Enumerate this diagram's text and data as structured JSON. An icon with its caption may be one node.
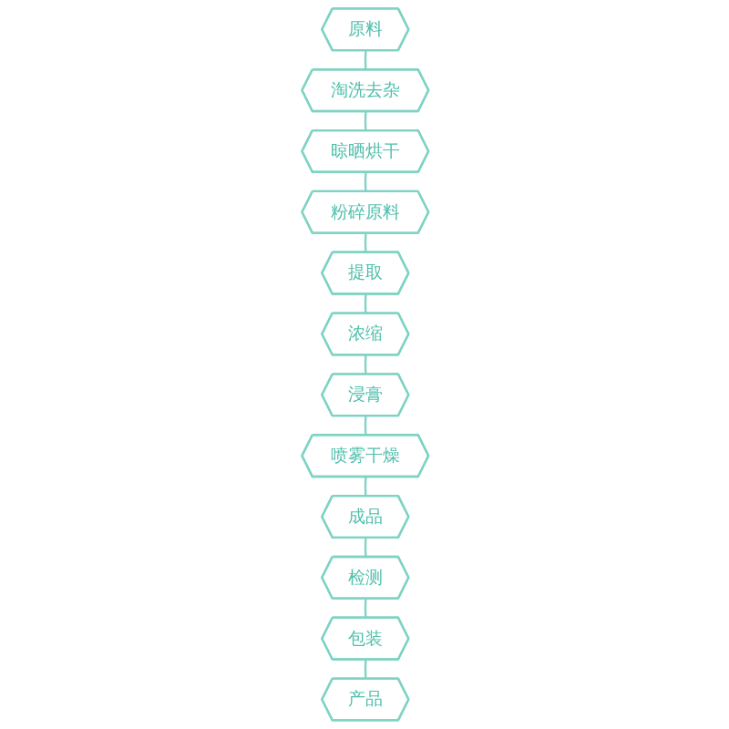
{
  "diagram": {
    "nodes": [
      {
        "text": [
          "原料"
        ]
      },
      {
        "text": [
          "淘洗去杂"
        ]
      },
      {
        "text": [
          "晾晒烘干"
        ]
      },
      {
        "text": [
          "粉碎原料"
        ]
      },
      {
        "text": [
          "提取"
        ]
      },
      {
        "text": [
          "浓缩"
        ]
      },
      {
        "text": [
          "浸膏"
        ]
      },
      {
        "text": [
          "喷雾干燥"
        ]
      },
      {
        "text": [
          "成品"
        ]
      },
      {
        "text": [
          "检测"
        ]
      },
      {
        "text": [
          "包装"
        ]
      },
      {
        "text": [
          "产品"
        ]
      }
    ],
    "edges": [
      {
        "from": 0,
        "to": 1,
        "arrow": "none"
      },
      {
        "from": 1,
        "to": 2,
        "arrow": "none"
      },
      {
        "from": 2,
        "to": 3,
        "arrow": "none"
      },
      {
        "from": 3,
        "to": 4,
        "arrow": "none"
      },
      {
        "from": 4,
        "to": 5,
        "arrow": "none"
      },
      {
        "from": 5,
        "to": 6,
        "arrow": "none"
      },
      {
        "from": 6,
        "to": 7,
        "arrow": "none"
      },
      {
        "from": 7,
        "to": 8,
        "arrow": "none"
      },
      {
        "from": 8,
        "to": 9,
        "arrow": "none"
      },
      {
        "from": 9,
        "to": 10,
        "arrow": "none"
      },
      {
        "from": 10,
        "to": 11,
        "arrow": "none"
      }
    ]
  }
}
